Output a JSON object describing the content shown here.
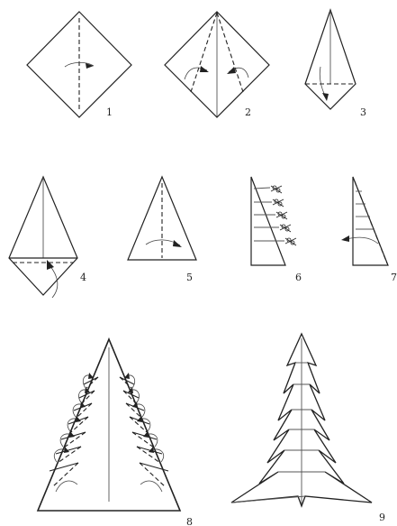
{
  "diagram": {
    "steps": [
      {
        "number": "1"
      },
      {
        "number": "2"
      },
      {
        "number": "3"
      },
      {
        "number": "4"
      },
      {
        "number": "5"
      },
      {
        "number": "6"
      },
      {
        "number": "7"
      },
      {
        "number": "8"
      },
      {
        "number": "9"
      }
    ]
  }
}
